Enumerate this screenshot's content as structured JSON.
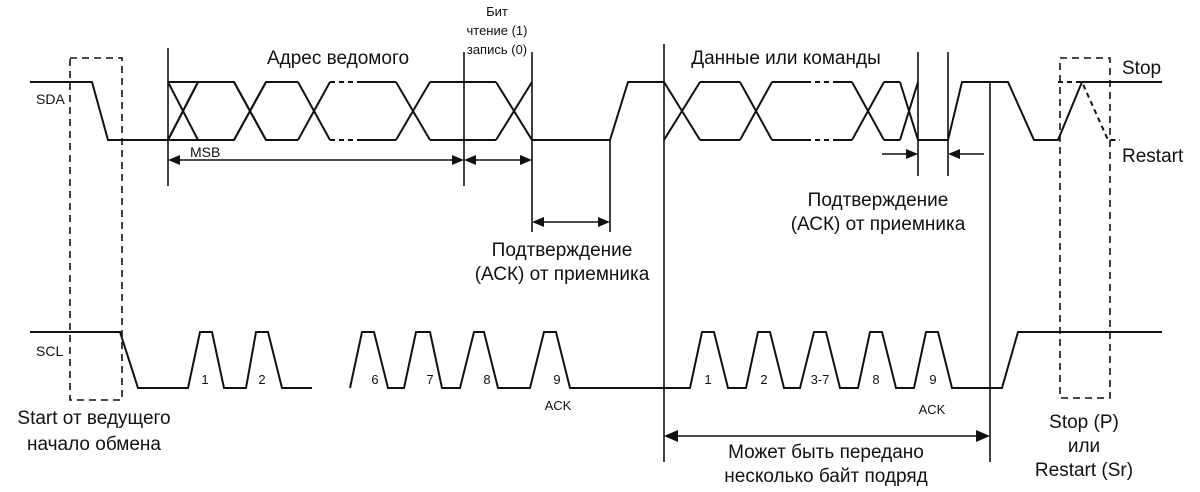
{
  "signals": {
    "sda": "SDA",
    "scl": "SCL"
  },
  "labels": {
    "address": "Адрес ведомого",
    "rw_bit": [
      "Бит",
      "чтение (1)",
      "запись (0)"
    ],
    "data": "Данные или команды",
    "stop": "Stop",
    "restart": "Restart",
    "msb": "MSB",
    "ack_receiver_1": [
      "Подтверждение",
      "(АСК) от приемника"
    ],
    "ack_receiver_2": [
      "Подтверждение",
      "(АСК) от приемника"
    ],
    "start": [
      "Start от ведущего",
      "начало обмена"
    ],
    "multi_byte": [
      "Может быть передано",
      "несколько байт подряд"
    ],
    "stop_restart": [
      "Stop (P)",
      "или",
      "Restart (Sr)"
    ],
    "ack": "ACK"
  },
  "clock_pulses_1": [
    "1",
    "2",
    "6",
    "7",
    "8",
    "9"
  ],
  "clock_pulses_2": [
    "1",
    "2",
    "3-7",
    "8",
    "9"
  ]
}
